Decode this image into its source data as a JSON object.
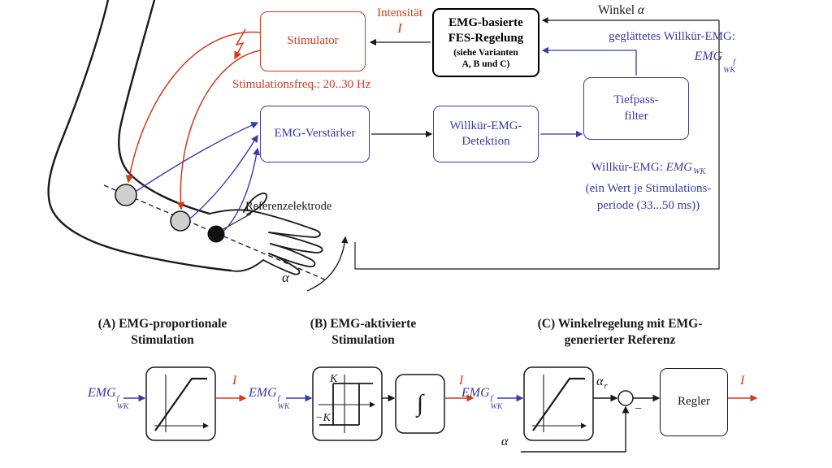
{
  "colors": {
    "red": "#d13b1e",
    "blue": "#3b3ba8",
    "black": "#1a1a1a"
  },
  "blocks": {
    "stimulator": "Stimulator",
    "fes": {
      "l1": "EMG-basierte",
      "l2": "FES-Regelung",
      "l3": "(siehe Varianten",
      "l4": "A, B und C)"
    },
    "tiefpass": {
      "l1": "Tiefpass-",
      "l2": "filter"
    },
    "verstaerker": "EMG-Verstärker",
    "detektion": {
      "l1": "Willkür-EMG-",
      "l2": "Detektion"
    },
    "regler": "Regler"
  },
  "labels": {
    "intensitaet": "Intensität",
    "current_symbol": "I",
    "winkel": "Winkel",
    "alpha": "α",
    "geglaettet": "geglättetes Willkür-EMG:",
    "emg_base": "EMG",
    "emg_sup": "f",
    "emg_sub": "WK",
    "stimfreq": "Stimulationsfreq.: 20..30 Hz",
    "willkuer_prefix": "Willkür-EMG:",
    "willkuer_line2": "(ein Wert je Stimulations-",
    "willkuer_line3": "periode (33...50 ms))",
    "referenzelektrode": "Referenzelektrode"
  },
  "variants": {
    "a": {
      "title1": "(A) EMG-proportionale",
      "title2": "Stimulation"
    },
    "b": {
      "title1": "(B) EMG-aktivierte",
      "title2": "Stimulation",
      "k_pos": "K",
      "k_neg": "−K",
      "integral": "∫"
    },
    "c": {
      "title1": "(C) Winkelregelung mit EMG-",
      "title2": "generierter Referenz",
      "alpha_sub": "r",
      "minus": "−"
    }
  }
}
